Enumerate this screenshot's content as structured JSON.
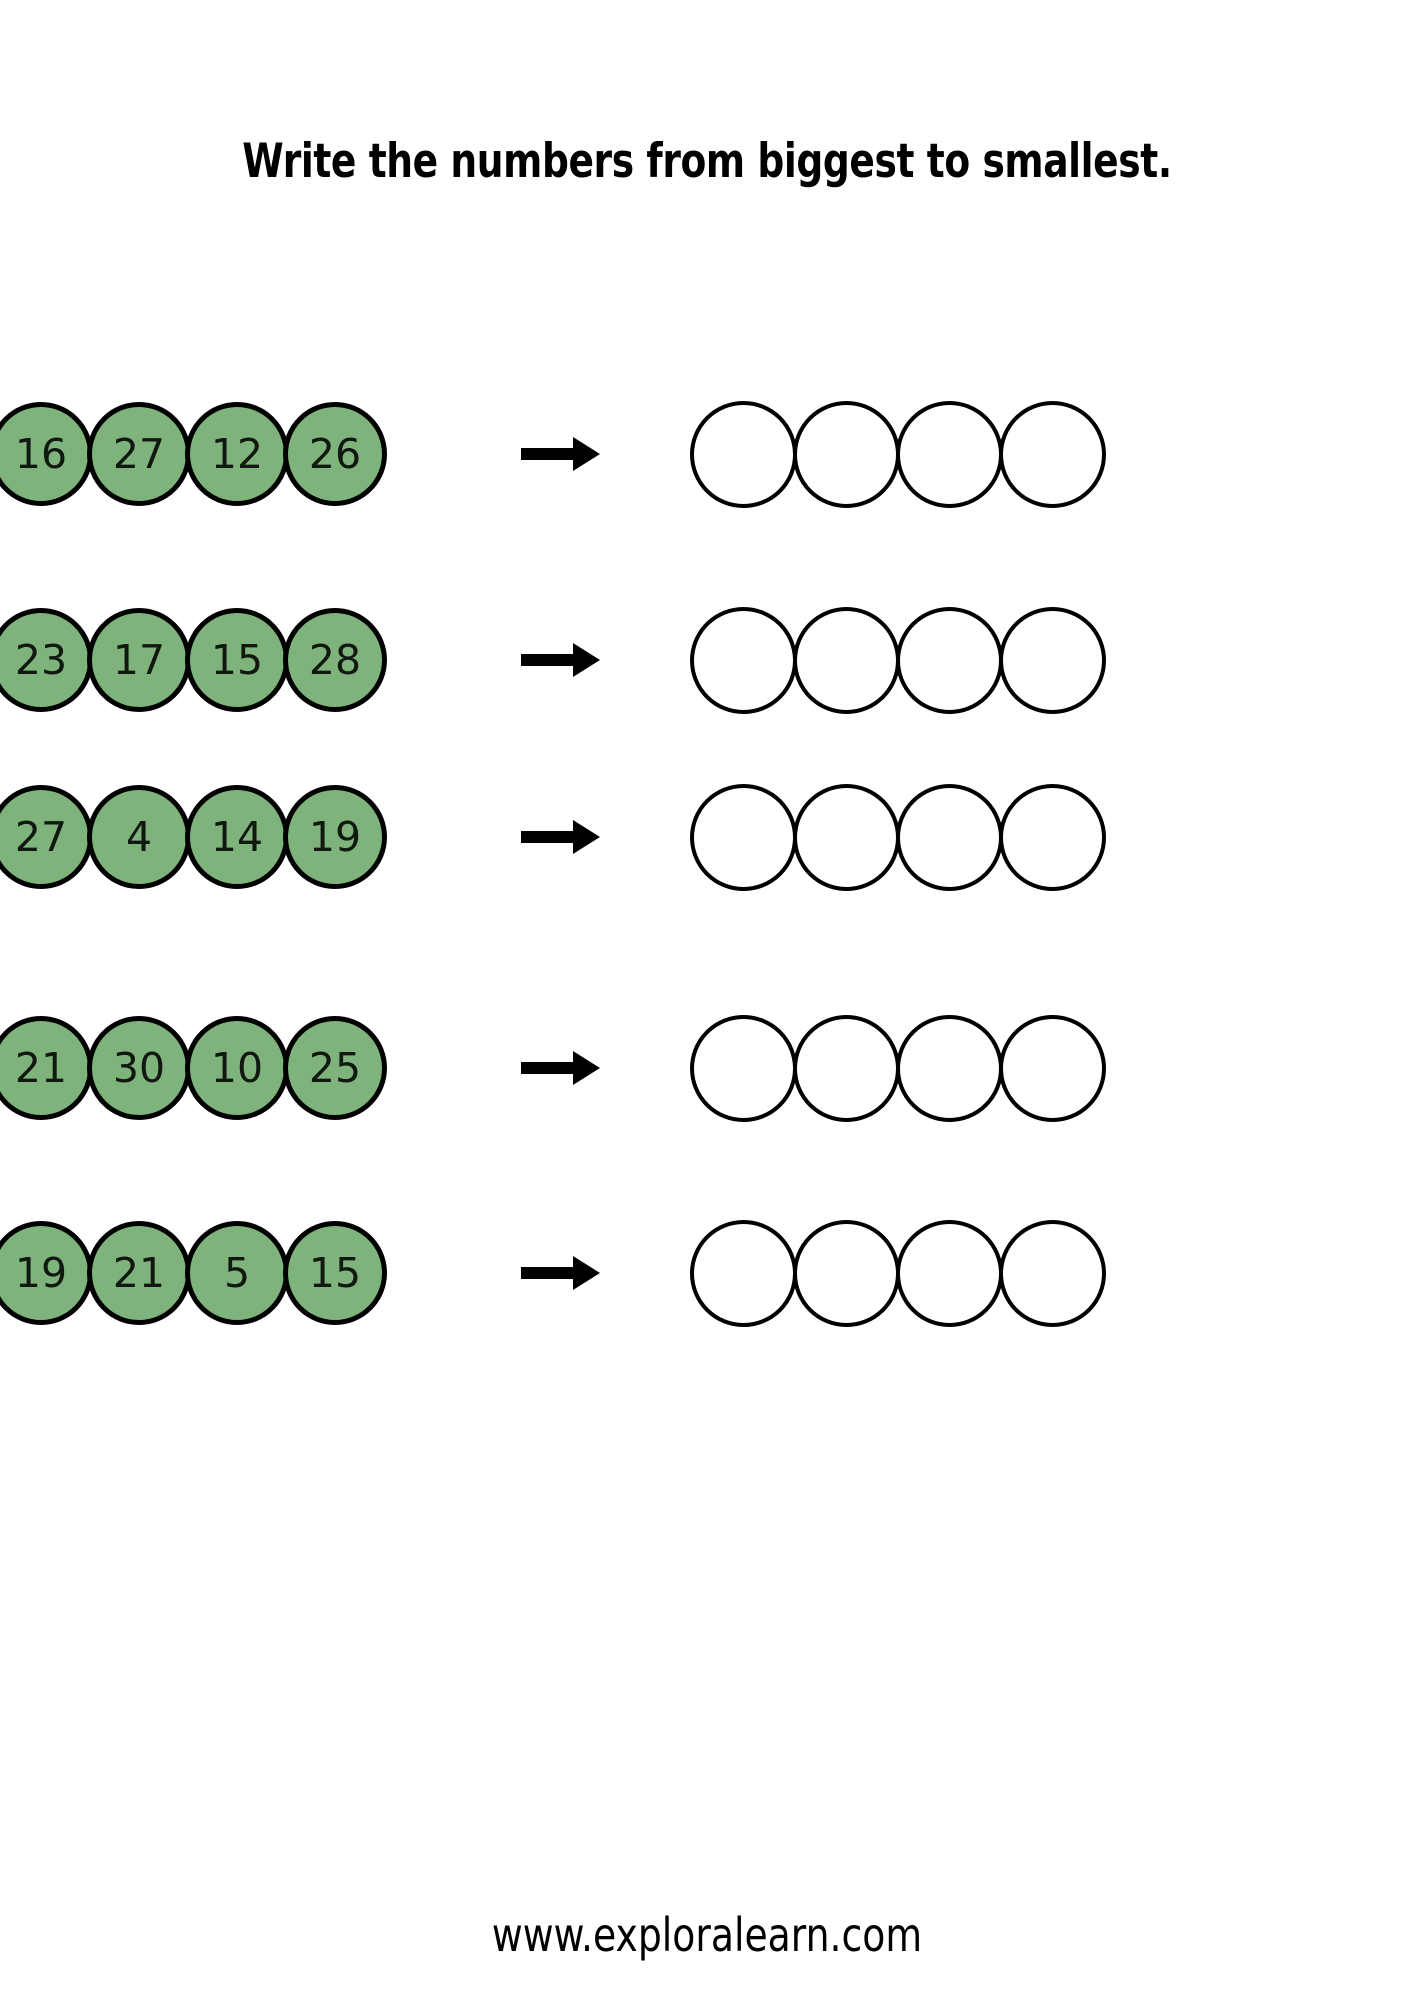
{
  "worksheet": {
    "title": "Write the numbers from biggest to smallest.",
    "footer": "www.exploralearn.com",
    "colors": {
      "circle_fill": "#7fb37c",
      "circle_stroke": "#000000",
      "answer_fill": "#ffffff",
      "text": "#000000",
      "page_background": "#ffffff"
    },
    "arrow_icon": "arrow-right-icon",
    "answer_circles_per_row": 4,
    "rows": [
      {
        "index": 1,
        "numbers": [
          "16",
          "27",
          "12",
          "26"
        ],
        "answers": [
          "",
          "",
          "",
          ""
        ]
      },
      {
        "index": 2,
        "numbers": [
          "23",
          "17",
          "15",
          "28"
        ],
        "answers": [
          "",
          "",
          "",
          ""
        ]
      },
      {
        "index": 3,
        "numbers": [
          "27",
          "4",
          "14",
          "19"
        ],
        "answers": [
          "",
          "",
          "",
          ""
        ]
      },
      {
        "index": 4,
        "numbers": [
          "21",
          "30",
          "10",
          "25"
        ],
        "answers": [
          "",
          "",
          "",
          ""
        ]
      },
      {
        "index": 5,
        "numbers": [
          "19",
          "21",
          "5",
          "15"
        ],
        "answers": [
          "",
          "",
          "",
          ""
        ]
      }
    ]
  }
}
